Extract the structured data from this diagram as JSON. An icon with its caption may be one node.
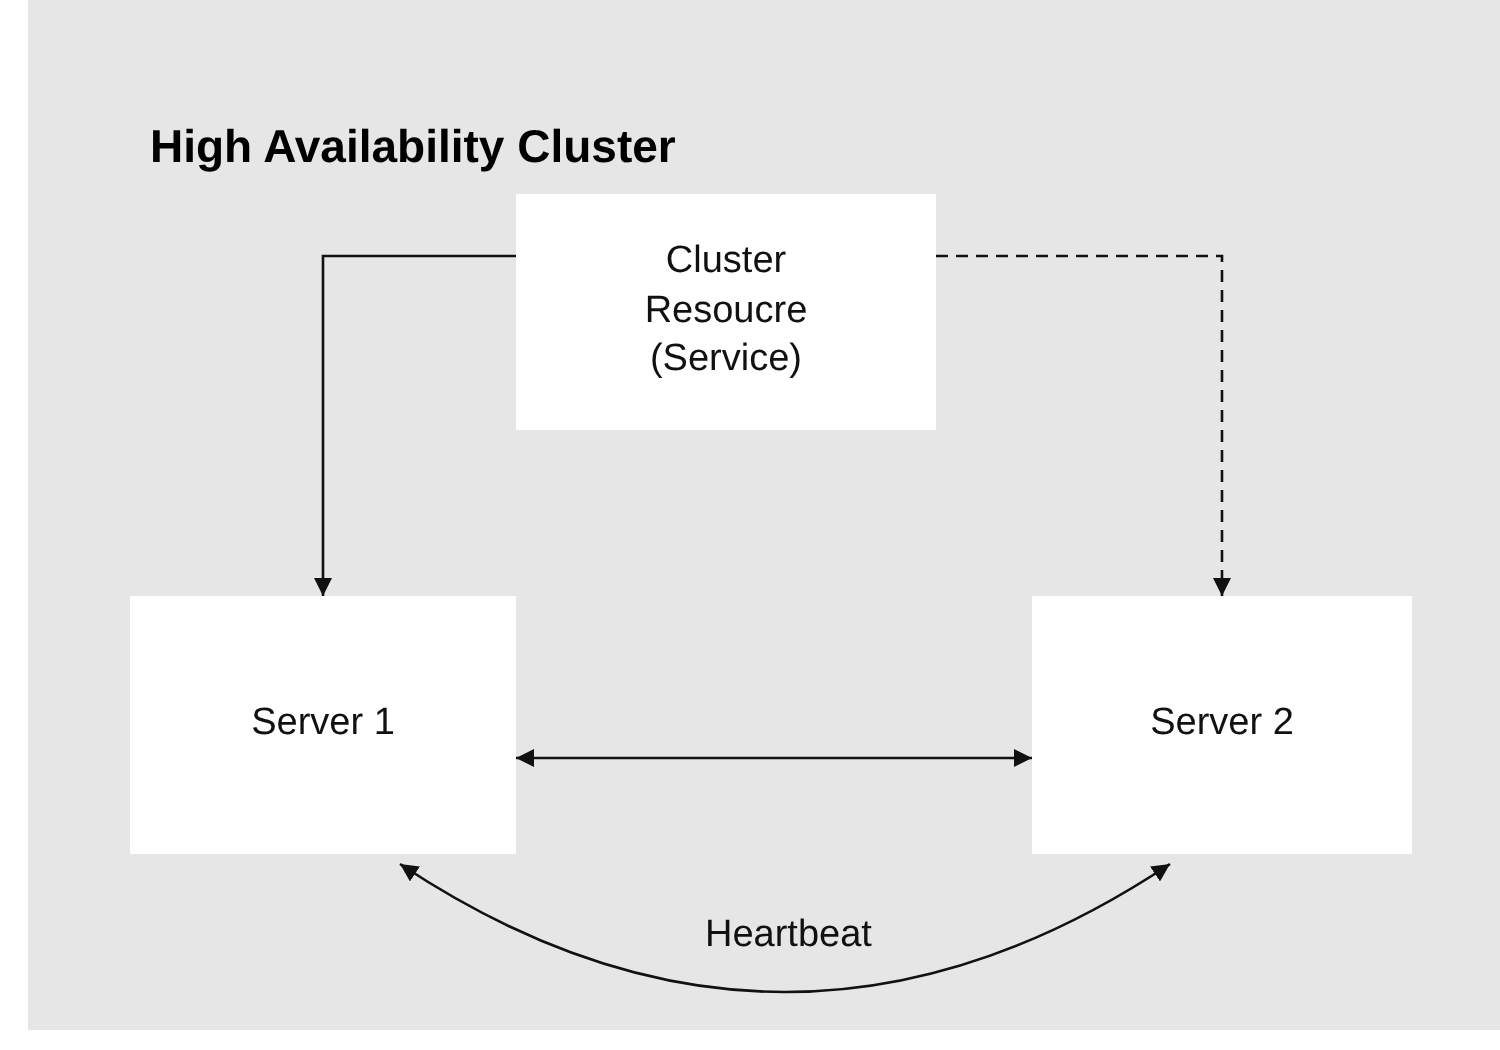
{
  "diagram": {
    "title": "High Availability Cluster",
    "nodes": [
      {
        "text": [
          "Cluster Resoucre (Service)"
        ]
      },
      {
        "text": [
          "Server 1"
        ]
      },
      {
        "text": [
          "Server 2"
        ]
      }
    ],
    "edges": [
      {
        "from": 0,
        "to": 1,
        "arrow": "to"
      },
      {
        "from": 0,
        "to": 2,
        "arrow": "to",
        "style": "dashed"
      },
      {
        "from": 1,
        "to": 2,
        "arrow": "both"
      },
      {
        "from": 1,
        "to": 2,
        "arrow": "both",
        "label": "Heartbeat"
      }
    ]
  }
}
